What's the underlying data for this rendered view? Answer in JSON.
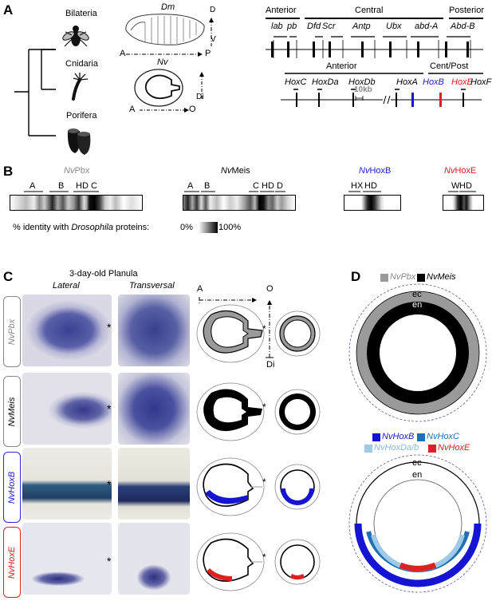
{
  "panels": {
    "a": "A",
    "b": "B",
    "c": "C",
    "d": "D"
  },
  "panel_a": {
    "taxa": [
      "Bilateria",
      "Cnidaria",
      "Porifera"
    ],
    "dm_label": "Dm",
    "nv_label": "Nv",
    "axis": {
      "a": "A",
      "p": "P",
      "d": "D",
      "v": "V",
      "o": "O",
      "di": "Di"
    },
    "dm_cluster": {
      "regions": [
        "Anterior",
        "Central",
        "Posterior"
      ],
      "genes": [
        "lab",
        "pb",
        "Dfd",
        "Scr",
        "Antp",
        "Ubx",
        "abd-A",
        "Abd-B"
      ]
    },
    "nv_cluster": {
      "regions": [
        "Anterior",
        "Cent/Post"
      ],
      "genes": [
        "HoxC",
        "HoxDa",
        "HoxDb",
        "HoxA",
        "HoxB",
        "HoxE",
        "HoxF"
      ],
      "scale": "10kb"
    }
  },
  "panel_b": {
    "proteins": [
      {
        "prefix": "Nv",
        "name": "Pbx",
        "domains": [
          "A",
          "B",
          "HD",
          "C"
        ]
      },
      {
        "prefix": "Nv",
        "name": "Meis",
        "domains": [
          "A",
          "B",
          "C",
          "HD",
          "D"
        ]
      },
      {
        "prefix": "Nv",
        "name": "HoxB",
        "domains": [
          "HX",
          "HD"
        ]
      },
      {
        "prefix": "Nv",
        "name": "HoxE",
        "domains": [
          "W",
          "HD"
        ]
      }
    ],
    "legend": {
      "prefix": "% identity with ",
      "species": "Drosophila",
      "suffix": " proteins:",
      "min": "0%",
      "max": "100%"
    }
  },
  "panel_c": {
    "title": "3-day-old Planula",
    "views": [
      "Lateral",
      "Transversal"
    ],
    "rows": [
      "NvPbx",
      "NvMeis",
      "NvHoxB",
      "NvHoxE"
    ],
    "asterisk": "*",
    "axis": {
      "a": "A",
      "o": "O",
      "di": "Di"
    }
  },
  "panel_d": {
    "legend_top": [
      "NvPbx",
      "NvMeis"
    ],
    "legend_bottom": [
      "NvHoxB",
      "NvHoxC",
      "NvHoxDa/b",
      "NvHoxE"
    ],
    "layers": [
      "ec",
      "en"
    ]
  },
  "colors": {
    "pbx": "#9a9a9a",
    "meis": "#000000",
    "hoxb": "#1414d2",
    "hoxc": "#1f6fb4",
    "hoxd": "#9ec9e8",
    "hoxe": "#e02020",
    "stain": "#2b2d7a"
  }
}
